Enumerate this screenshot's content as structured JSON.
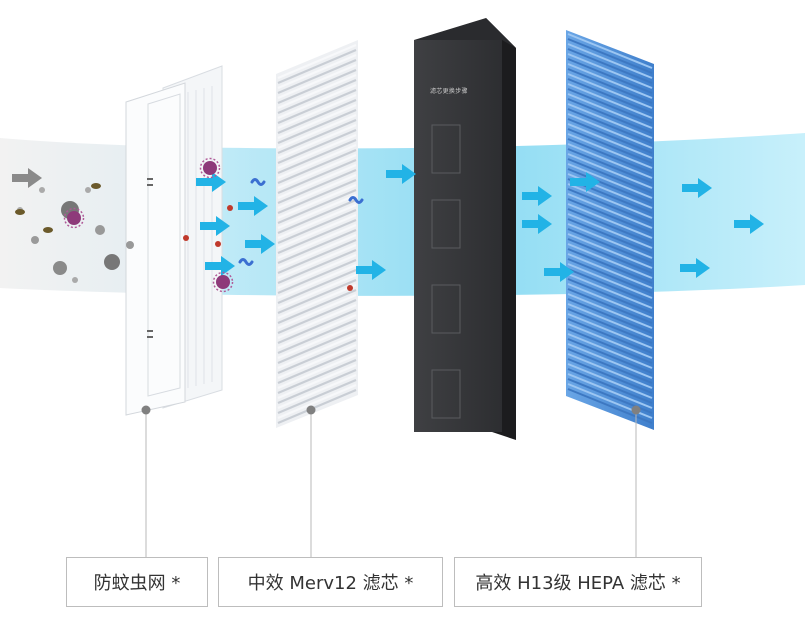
{
  "colors": {
    "airflow": "#7fd8f2",
    "arrow": "#2bb8e8",
    "mesh_frame": "#eef1f5",
    "merv_pleat": "#d4d9df",
    "carbon": "#3a3b3e",
    "hepa": "#4f8fd6"
  },
  "labels": {
    "mesh": "防蚊虫网 *",
    "merv": "中效 Merv12 滤芯 *",
    "hepa": "高效 H13级 HEPA 滤芯 *"
  },
  "carbon_card": {
    "title": "滤芯更换步骤"
  }
}
